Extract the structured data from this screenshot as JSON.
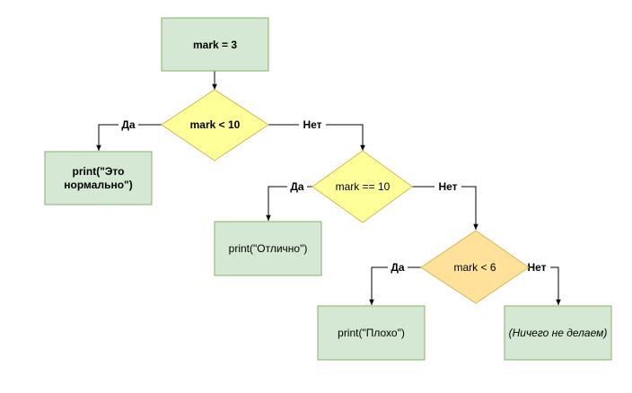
{
  "diagram": {
    "colors": {
      "start_fill": "#d5e8d4",
      "start_stroke": "#82b366",
      "decision_fill": "#ffff99",
      "decision_stroke": "#d6b656",
      "decision_alt_fill": "#ffe199",
      "action_fill": "#d5e8d4",
      "action_stroke": "#82b366"
    },
    "nodes": {
      "start": "mark = 3",
      "cond1": "mark < 10",
      "action1_line1": "print(\"Это",
      "action1_line2": "нормально\")",
      "cond2": "mark == 10",
      "action2": "print(\"Отлично\")",
      "cond3": "mark < 6",
      "action3": "print(\"Плохо\")",
      "action4": "(Ничего не делаем)"
    },
    "edges": {
      "yes": "Да",
      "no": "Нет"
    }
  }
}
